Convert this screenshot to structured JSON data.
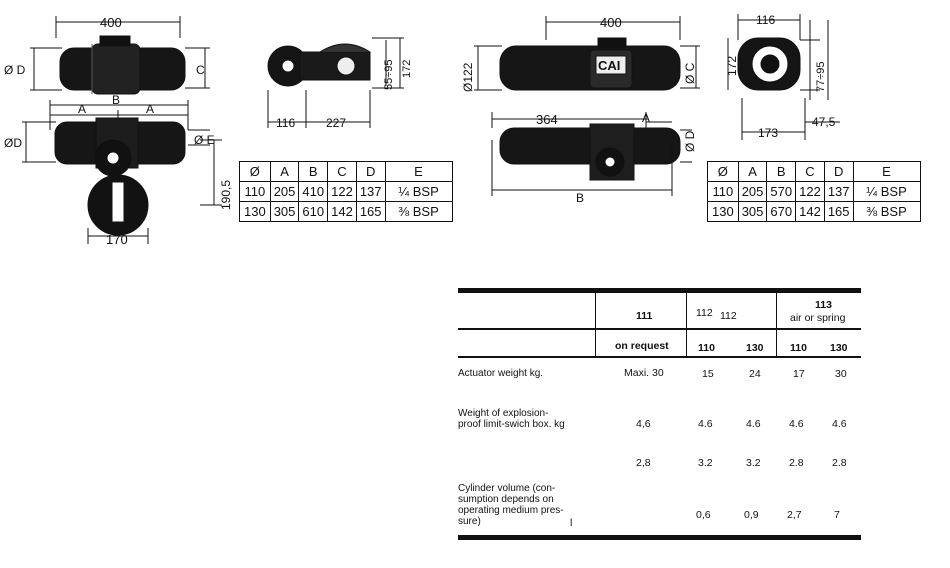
{
  "drawings": {
    "left_top": {
      "width": "400",
      "diameter": "Ø D",
      "c": "C"
    },
    "left_middle": {
      "b": "B",
      "a1": "A",
      "a2": "A",
      "diameter": "ØD",
      "e": "Ø E"
    },
    "left_bottom": {
      "height": "190,5",
      "width": "170"
    },
    "left_side": {
      "d116": "116",
      "d227": "227",
      "d55_95": "55÷95",
      "d172": "172"
    },
    "right_top": {
      "width": "400",
      "diameter": "Ø122",
      "c": "Ø C",
      "logo": "CAI"
    },
    "right_bottom": {
      "d364": "364",
      "a": "A",
      "b": "B",
      "d": "Ø D"
    },
    "right_side": {
      "d116": "116",
      "d172": "172",
      "d77_95": "77÷95",
      "d173": "173",
      "d47_5": "47,5"
    }
  },
  "left_table": {
    "headers": [
      "Ø",
      "A",
      "B",
      "C",
      "D",
      "E"
    ],
    "rows": [
      [
        "110",
        "205",
        "410",
        "122",
        "137",
        "¼ BSP"
      ],
      [
        "130",
        "305",
        "610",
        "142",
        "165",
        "⅜ BSP"
      ]
    ]
  },
  "right_table": {
    "headers": [
      "Ø",
      "A",
      "B",
      "C",
      "D",
      "E"
    ],
    "rows": [
      [
        "110",
        "205",
        "570",
        "122",
        "137",
        "¼ BSP"
      ],
      [
        "130",
        "305",
        "670",
        "142",
        "165",
        "⅜ BSP"
      ]
    ]
  },
  "spec_table": {
    "models": [
      "111",
      "112",
      "112",
      "113",
      "air or spring"
    ],
    "sub": [
      "on request",
      "110",
      "130",
      "110",
      "130"
    ],
    "rows": [
      {
        "label": "Actuator weight kg.",
        "values": [
          "Maxi. 30",
          "15",
          "24",
          "17",
          "30"
        ]
      },
      {
        "label": "Weight of explosion-\nproof limit-swich box. kg",
        "values": [
          "4,6",
          "4.6",
          "4.6",
          "4.6",
          "4.6"
        ]
      },
      {
        "label": "",
        "values": [
          "2,8",
          "3.2",
          "3.2",
          "2.8",
          "2.8"
        ]
      },
      {
        "label": "Cylinder volume (con-\nsumption depends on\noperating medium pres-\nsure)",
        "unit": "l",
        "values": [
          "",
          "0,6",
          "0,9",
          "2,7",
          "7"
        ]
      }
    ]
  }
}
